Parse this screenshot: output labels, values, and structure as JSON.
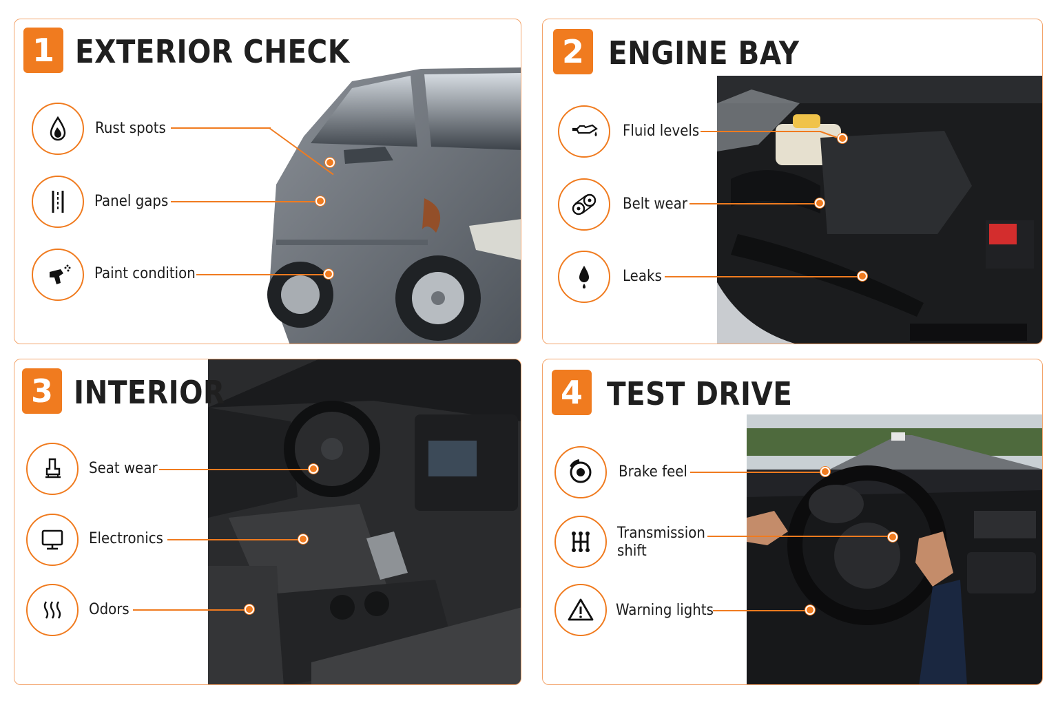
{
  "colors": {
    "accent": "#f07b1f",
    "border": "#f3a46b",
    "title_text": "#1f1f1f"
  },
  "panels": [
    {
      "number": "1",
      "title": "EXTERIOR CHECK",
      "photo": "silver-sedan-side-view",
      "items": [
        {
          "label": "Rust spots",
          "icon": "droplet-icon"
        },
        {
          "label": "Panel gaps",
          "icon": "panel-gap-icon"
        },
        {
          "label": "Paint condition",
          "icon": "spray-gun-icon"
        }
      ]
    },
    {
      "number": "2",
      "title": "ENGINE BAY",
      "photo": "open-engine-bay",
      "items": [
        {
          "label": "Fluid levels",
          "icon": "oil-can-icon"
        },
        {
          "label": "Belt wear",
          "icon": "belt-pulley-icon"
        },
        {
          "label": "Leaks",
          "icon": "drop-leak-icon"
        }
      ]
    },
    {
      "number": "3",
      "title": "INTERIOR",
      "photo": "car-interior-dashboard",
      "items": [
        {
          "label": "Seat wear",
          "icon": "seat-icon"
        },
        {
          "label": "Electronics",
          "icon": "monitor-icon"
        },
        {
          "label": "Odors",
          "icon": "heat-waves-icon"
        }
      ]
    },
    {
      "number": "4",
      "title": "TEST DRIVE",
      "photo": "driver-hands-on-wheel-road",
      "items": [
        {
          "label": "Brake feel",
          "icon": "brake-disc-icon"
        },
        {
          "label": "Transmission shift",
          "icon": "gear-shift-icon"
        },
        {
          "label": "Warning lights",
          "icon": "warning-triangle-icon"
        }
      ]
    }
  ]
}
